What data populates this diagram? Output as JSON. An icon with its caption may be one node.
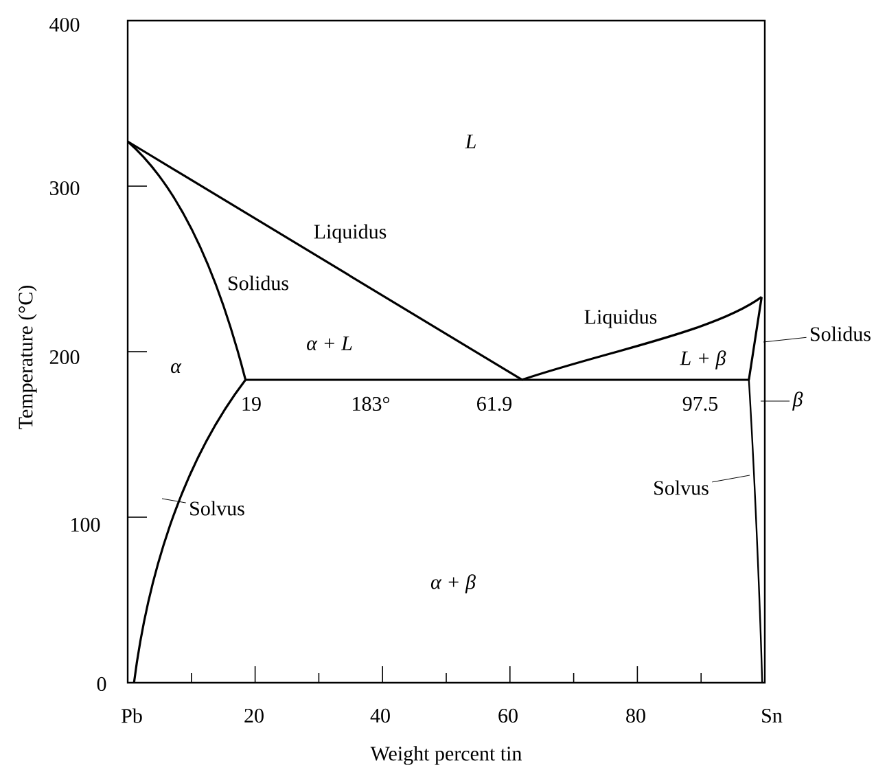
{
  "diagram": {
    "nodes": [
      {
        "text": [
          "Solidus"
        ]
      },
      {
        "text": [
          "β"
        ]
      },
      {
        "text": [
          "Solvus"
        ]
      },
      {
        "text": [
          "Solvus"
        ]
      }
    ],
    "edges": [
      {
        "from": 0,
        "to": null,
        "arrow": "none"
      },
      {
        "from": 1,
        "to": null,
        "arrow": "none"
      },
      {
        "from": 2,
        "to": null,
        "arrow": "none"
      },
      {
        "from": 3,
        "to": null,
        "arrow": "none"
      }
    ],
    "labels": [
      "400",
      "L",
      "300",
      "Liquidus",
      "Solidus",
      "Liquidus",
      "α + L",
      "200",
      "α",
      "L + β",
      "19",
      "183°",
      "61.9",
      "97.5",
      "100",
      "α + β",
      "0",
      "Pb",
      "20",
      "40",
      "60",
      "80",
      "Sn",
      "Weight percent tin",
      "Temperature (°C)"
    ]
  }
}
